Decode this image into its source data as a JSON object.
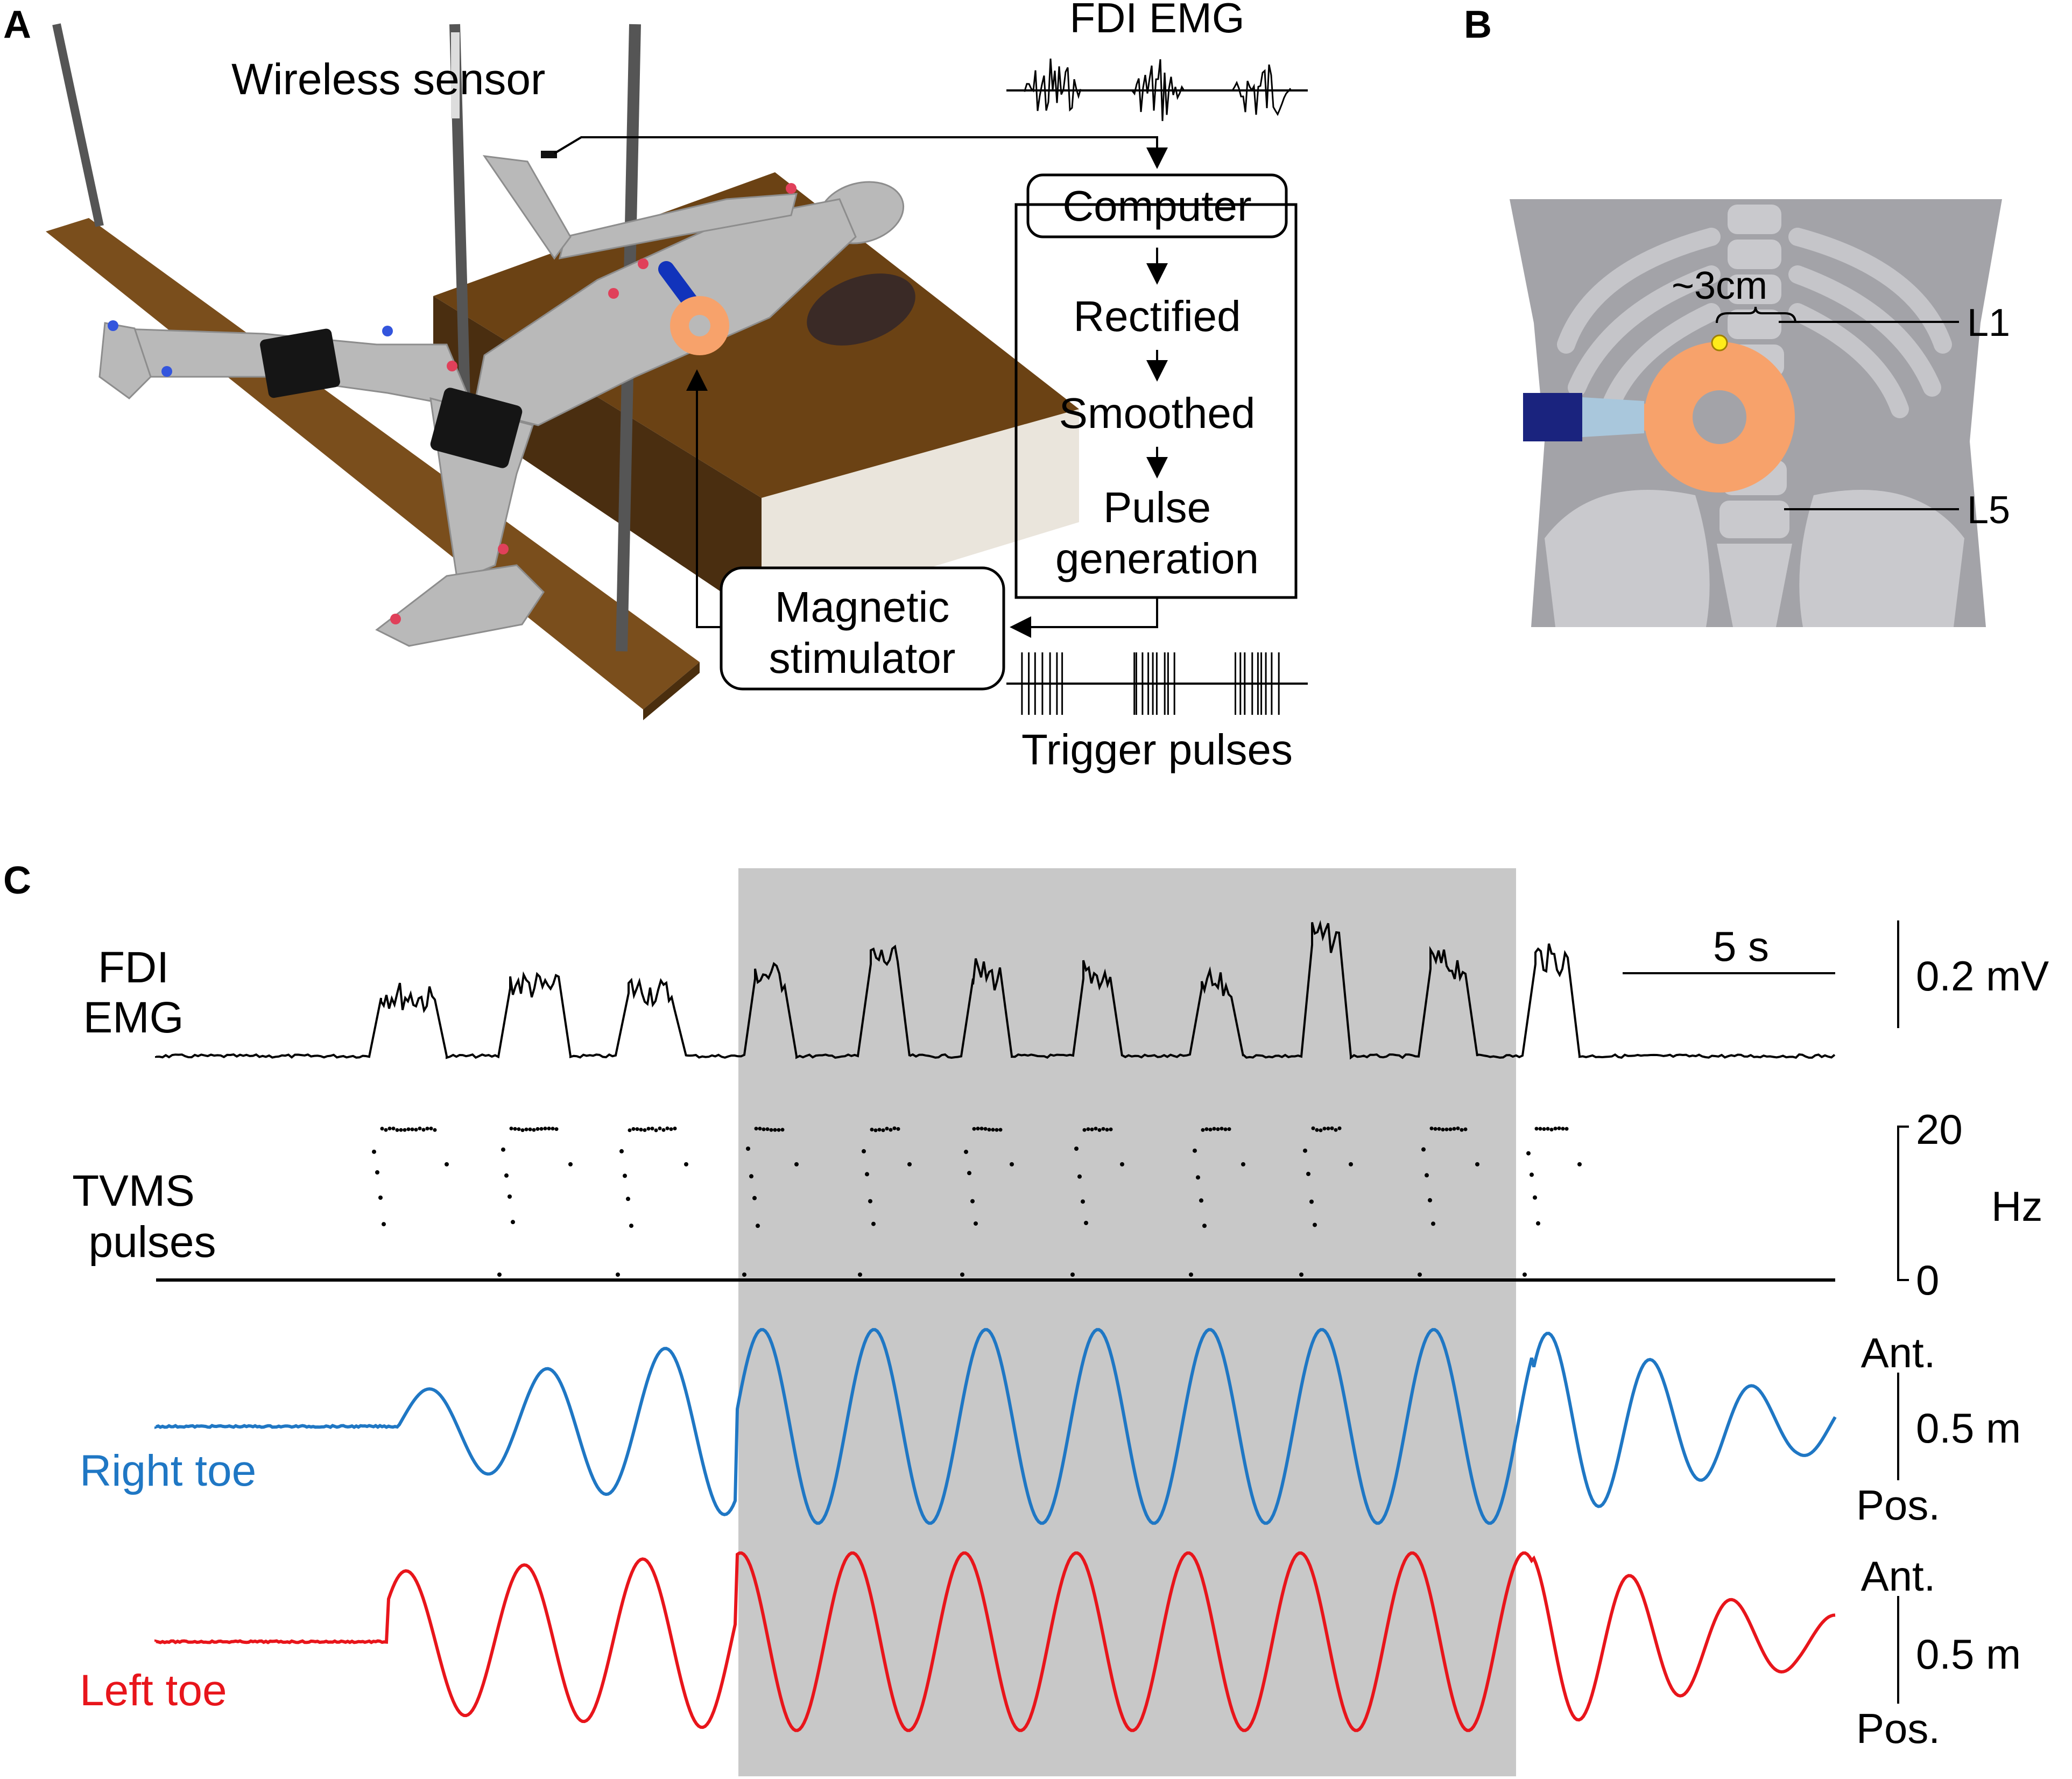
{
  "panel_labels": {
    "a": "A",
    "b": "B",
    "c": "C"
  },
  "panel_a": {
    "wireless_sensor": "Wireless sensor",
    "fdi_emg": "FDI EMG",
    "computer": "Computer",
    "rectified": "Rectified",
    "smoothed": "Smoothed",
    "pulse_generation_1": "Pulse",
    "pulse_generation_2": "generation",
    "magnetic_stimulator_1": "Magnetic",
    "magnetic_stimulator_2": "stimulator",
    "trigger_pulses": "Trigger pulses"
  },
  "panel_b": {
    "distance": "~3cm",
    "l1": "L1",
    "l5": "L5"
  },
  "panel_c": {
    "fdi_emg_1": "FDI",
    "fdi_emg_2": "EMG",
    "tvms_1": "TVMS",
    "tvms_2": "pulses",
    "right_toe": "Right toe",
    "left_toe": "Left toe",
    "time_scale": "5 s",
    "emg_scale": "0.2 mV",
    "hz_top": "20",
    "hz_unit": "Hz",
    "hz_bottom": "0",
    "ant_1": "Ant.",
    "pos_1": "Pos.",
    "disp_scale_1": "0.5 m",
    "ant_2": "Ant.",
    "pos_2": "Pos.",
    "disp_scale_2": "0.5 m"
  },
  "colors": {
    "right_toe": "#1f77c4",
    "left_toe": "#e8151b",
    "shaded": "#c8c8c8",
    "coil": "#f7a26b",
    "table": "#6b4214",
    "board": "#7a4e1c"
  },
  "chart_data": {
    "type": "line",
    "time_scale_s": 5,
    "emg_bursts": 11,
    "stimulation_window_bursts": [
      4,
      10
    ],
    "tvms_frequency_hz": 20,
    "series": [
      {
        "name": "FDI EMG",
        "units": "mV",
        "baseline": 0,
        "burst_amplitude": 0.2
      },
      {
        "name": "TVMS pulses",
        "units": "Hz",
        "ylim": [
          0,
          20
        ]
      },
      {
        "name": "Right toe",
        "units": "m",
        "peak_to_peak": 0.5
      },
      {
        "name": "Left toe",
        "units": "m",
        "peak_to_peak": 0.5
      }
    ]
  }
}
